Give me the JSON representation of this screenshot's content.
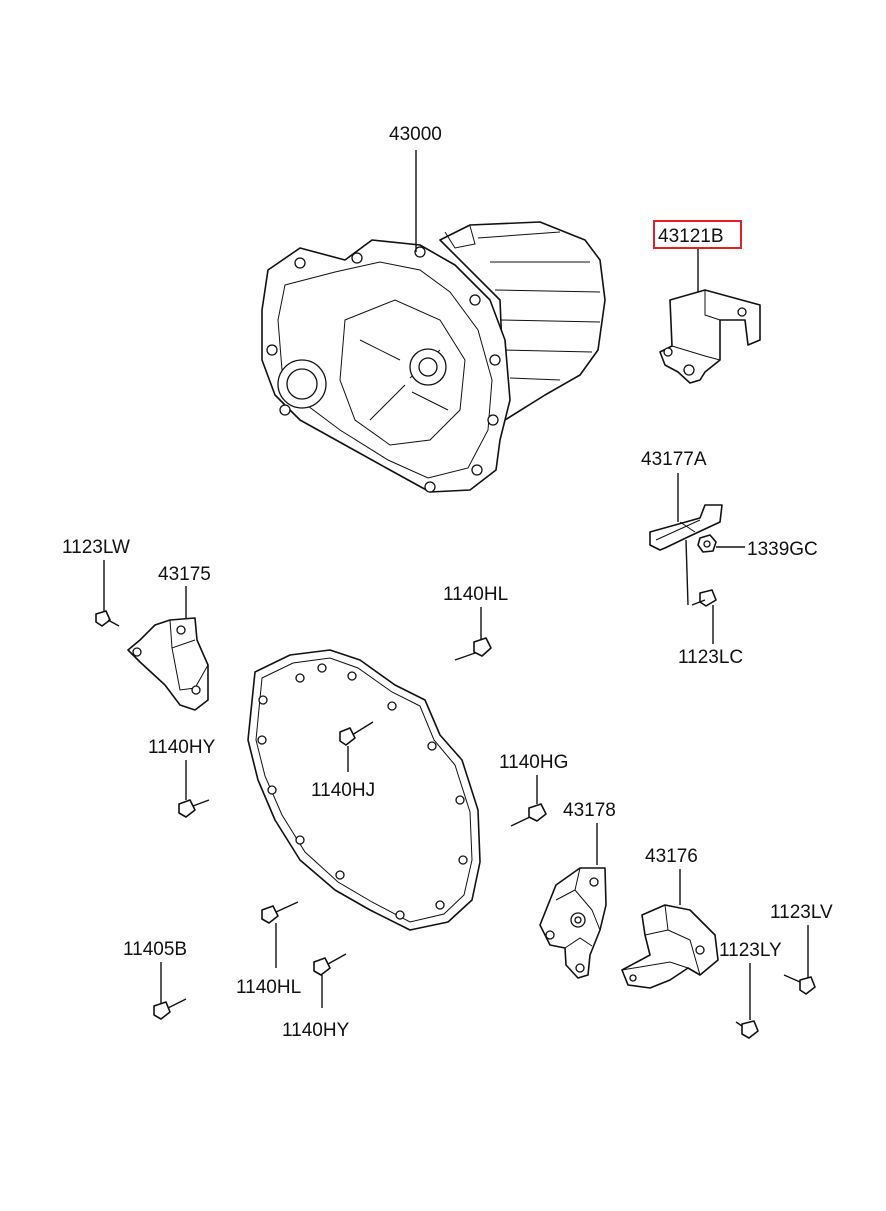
{
  "parts": {
    "transaxle": "43000",
    "bracket_top_right": "43121B",
    "highlight_color": "#e0202a",
    "brace": "43177A",
    "nut": "1339GC",
    "bolt_brace": "1123LC",
    "bolt_left_top": "1123LW",
    "bracket_left": "43175",
    "bolt_center_top": "1140HL",
    "bolt_left_mid": "1140HY",
    "bolt_cover": "1140HJ",
    "bolt_mid_right": "1140HG",
    "bracket_mid_right": "43178",
    "bracket_right": "43176",
    "bolt_far_right": "1123LV",
    "bolt_right_low": "1123LY",
    "bolt_left_bottom": "11405B",
    "bolt_center_bottom": "1140HL",
    "bolt_center_low": "1140HY"
  }
}
